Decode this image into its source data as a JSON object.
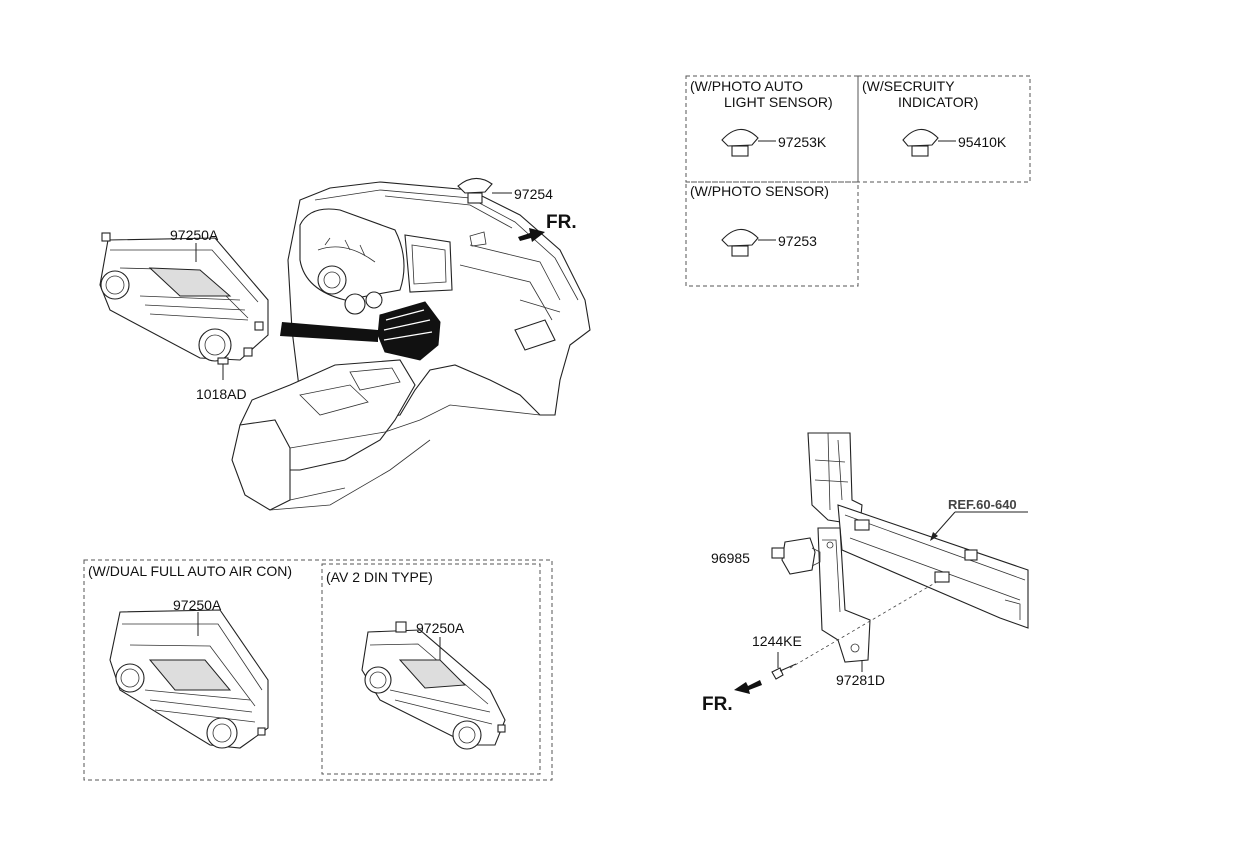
{
  "boxes": {
    "photo_auto": "(W/PHOTO  AUTO",
    "photo_auto_2": "LIGHT SENSOR)",
    "security": "(W/SECRUITY",
    "security_2": "INDICATOR)",
    "photo_sensor": "(W/PHOTO SENSOR)",
    "dual_full_auto": "(W/DUAL FULL AUTO AIR CON)",
    "av_2din": "(AV 2 DIN TYPE)"
  },
  "parts": {
    "p97250A_main": "97250A",
    "p1018AD": "1018AD",
    "p97254": "97254",
    "p97253K": "97253K",
    "p95410K": "95410K",
    "p97253": "97253",
    "p97250A_dual": "97250A",
    "p97250A_av": "97250A",
    "p96985": "96985",
    "p1244KE": "1244KE",
    "p97281D": "97281D",
    "ref": "REF.60-640"
  },
  "direction": {
    "fr_top": "FR.",
    "fr_bottom": "FR."
  }
}
